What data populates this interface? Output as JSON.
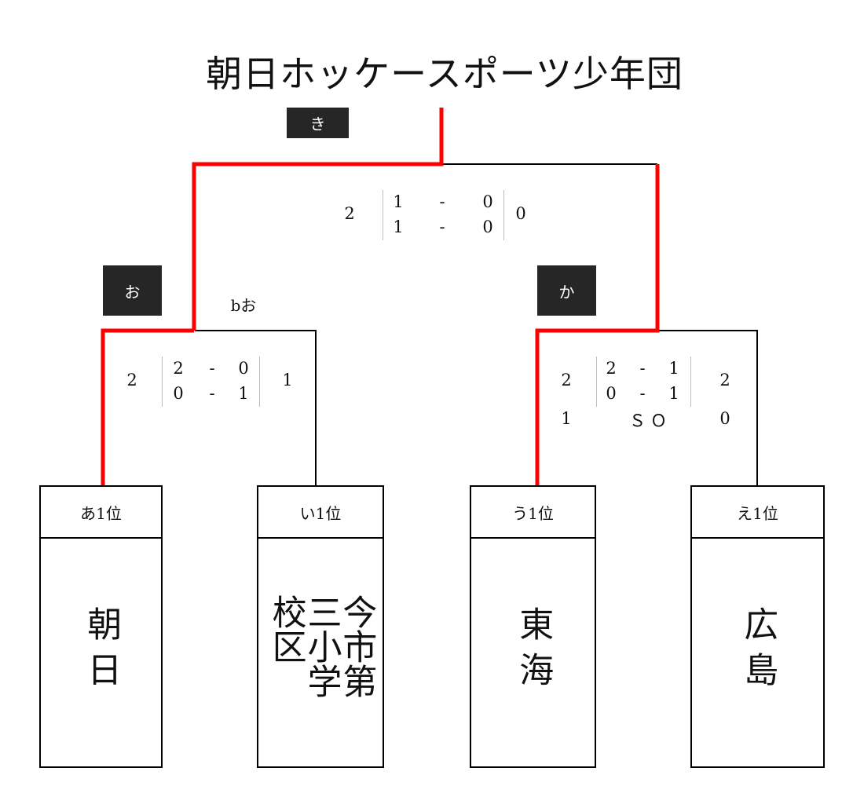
{
  "title": "朝日ホッケースポーツ少年団",
  "badges": {
    "final": "き",
    "semi_left": "お",
    "semi_right": "か"
  },
  "note_left": "bお",
  "final_match": {
    "left_total": "2",
    "right_total": "0",
    "rows": [
      {
        "l": "1",
        "dash": "-",
        "r": "0"
      },
      {
        "l": "1",
        "dash": "-",
        "r": "0"
      }
    ]
  },
  "semi_left_match": {
    "left_total": "2",
    "right_total": "1",
    "rows": [
      {
        "l": "2",
        "dash": "-",
        "r": "0"
      },
      {
        "l": "0",
        "dash": "-",
        "r": "1"
      }
    ]
  },
  "semi_right_match": {
    "left_total": "2",
    "right_total": "2",
    "rows": [
      {
        "l": "2",
        "dash": "-",
        "r": "1"
      },
      {
        "l": "0",
        "dash": "-",
        "r": "1"
      }
    ],
    "so": {
      "left": "1",
      "label": "ＳＯ",
      "right": "0"
    }
  },
  "teams": [
    {
      "seed": "あ1位",
      "name": "朝日"
    },
    {
      "seed": "い1位",
      "name": "今市第三小学校区"
    },
    {
      "seed": "う1位",
      "name": "東海"
    },
    {
      "seed": "え1位",
      "name": "広島"
    }
  ],
  "colors": {
    "win_line": "#ff0000",
    "line": "#000000",
    "badge_bg": "#262626"
  }
}
